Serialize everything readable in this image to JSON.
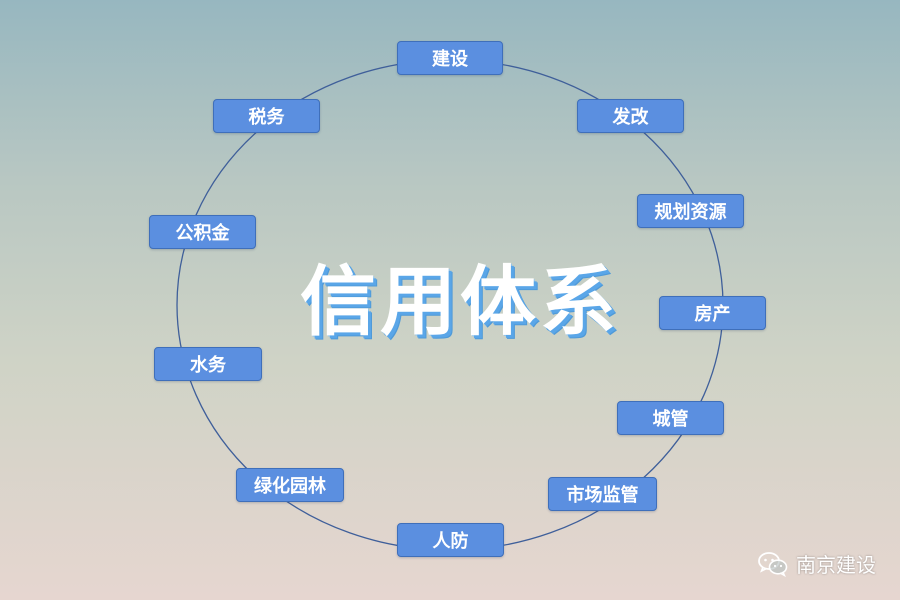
{
  "title": "信用体系",
  "nodes": [
    {
      "key": "jianshe",
      "label": "建设"
    },
    {
      "key": "fagai",
      "label": "发改"
    },
    {
      "key": "guihua",
      "label": "规划资源"
    },
    {
      "key": "fangchan",
      "label": "房产"
    },
    {
      "key": "chengguan",
      "label": "城管"
    },
    {
      "key": "shichang",
      "label": "市场监管"
    },
    {
      "key": "renfang",
      "label": "人防"
    },
    {
      "key": "lvhua",
      "label": "绿化园林"
    },
    {
      "key": "shuiwu",
      "label": "水务"
    },
    {
      "key": "gongjijin",
      "label": "公积金"
    },
    {
      "key": "shuiwuju",
      "label": "税务"
    }
  ],
  "watermark": {
    "text": "南京建设",
    "icon": "wechat-icon"
  },
  "colors": {
    "node_fill": "#5b8fe0",
    "node_border": "#3f6fba",
    "ring": "#3f5f9a",
    "title_shadow": "#5aa6e8"
  }
}
